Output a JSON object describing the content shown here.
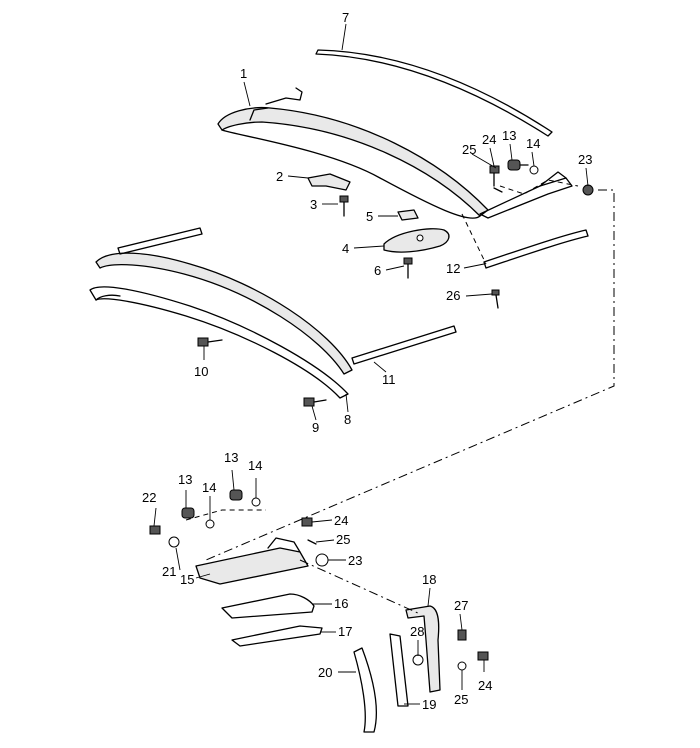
{
  "parts": [
    {
      "id": "1",
      "label": "1"
    },
    {
      "id": "2",
      "label": "2"
    },
    {
      "id": "3",
      "label": "3"
    },
    {
      "id": "4",
      "label": "4"
    },
    {
      "id": "5",
      "label": "5"
    },
    {
      "id": "6",
      "label": "6"
    },
    {
      "id": "7",
      "label": "7"
    },
    {
      "id": "8",
      "label": "8"
    },
    {
      "id": "9",
      "label": "9"
    },
    {
      "id": "10",
      "label": "10"
    },
    {
      "id": "11",
      "label": "11"
    },
    {
      "id": "12",
      "label": "12"
    },
    {
      "id": "13a",
      "label": "13"
    },
    {
      "id": "14a",
      "label": "14"
    },
    {
      "id": "23a",
      "label": "23"
    },
    {
      "id": "24a",
      "label": "24"
    },
    {
      "id": "25a",
      "label": "25"
    },
    {
      "id": "26",
      "label": "26"
    },
    {
      "id": "13b",
      "label": "13"
    },
    {
      "id": "14b",
      "label": "14"
    },
    {
      "id": "13c",
      "label": "13"
    },
    {
      "id": "14c",
      "label": "14"
    },
    {
      "id": "22",
      "label": "22"
    },
    {
      "id": "21",
      "label": "21"
    },
    {
      "id": "15",
      "label": "15"
    },
    {
      "id": "24b",
      "label": "24"
    },
    {
      "id": "25b",
      "label": "25"
    },
    {
      "id": "23b",
      "label": "23"
    },
    {
      "id": "16",
      "label": "16"
    },
    {
      "id": "17",
      "label": "17"
    },
    {
      "id": "18",
      "label": "18"
    },
    {
      "id": "27",
      "label": "27"
    },
    {
      "id": "28",
      "label": "28"
    },
    {
      "id": "20",
      "label": "20"
    },
    {
      "id": "19",
      "label": "19"
    },
    {
      "id": "25c",
      "label": "25"
    },
    {
      "id": "24c",
      "label": "24"
    }
  ]
}
